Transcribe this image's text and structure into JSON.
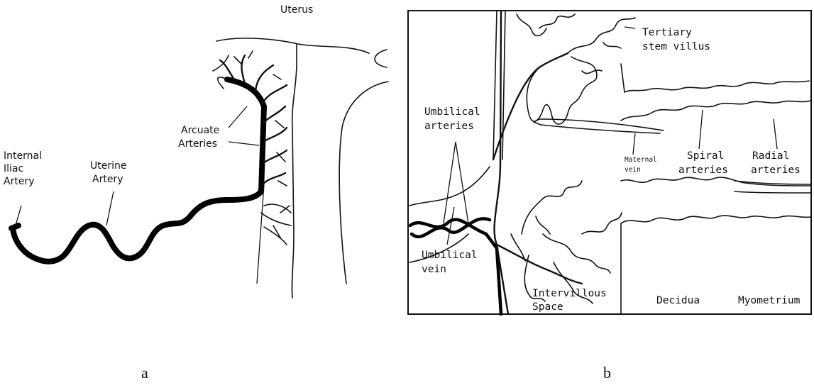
{
  "panel_a": {
    "caption": "a",
    "labels": {
      "uterus": "Uterus",
      "arcuate_1": "Arcuate",
      "arcuate_2": "Arteries",
      "internal_1": "Internal",
      "internal_2": "Iliac",
      "internal_3": "Artery",
      "uterine_1": "Uterine",
      "uterine_2": "Artery"
    }
  },
  "panel_b": {
    "caption": "b",
    "labels": {
      "tertiary_1": "Tertiary",
      "tertiary_2": "stem villus",
      "umb_art_1": "Umbilical",
      "umb_art_2": "arteries",
      "maternal_1": "Maternal",
      "maternal_2": "vein",
      "spiral_1": "Spiral",
      "spiral_2": "arteries",
      "radial_1": "Radial",
      "radial_2": "arteries",
      "umb_vein_1": "Umbilical",
      "umb_vein_2": "vein",
      "intervillous_1": "Intervillous",
      "intervillous_2": "Space",
      "decidua": "Decidua",
      "myometrium": "Myometrium"
    }
  }
}
